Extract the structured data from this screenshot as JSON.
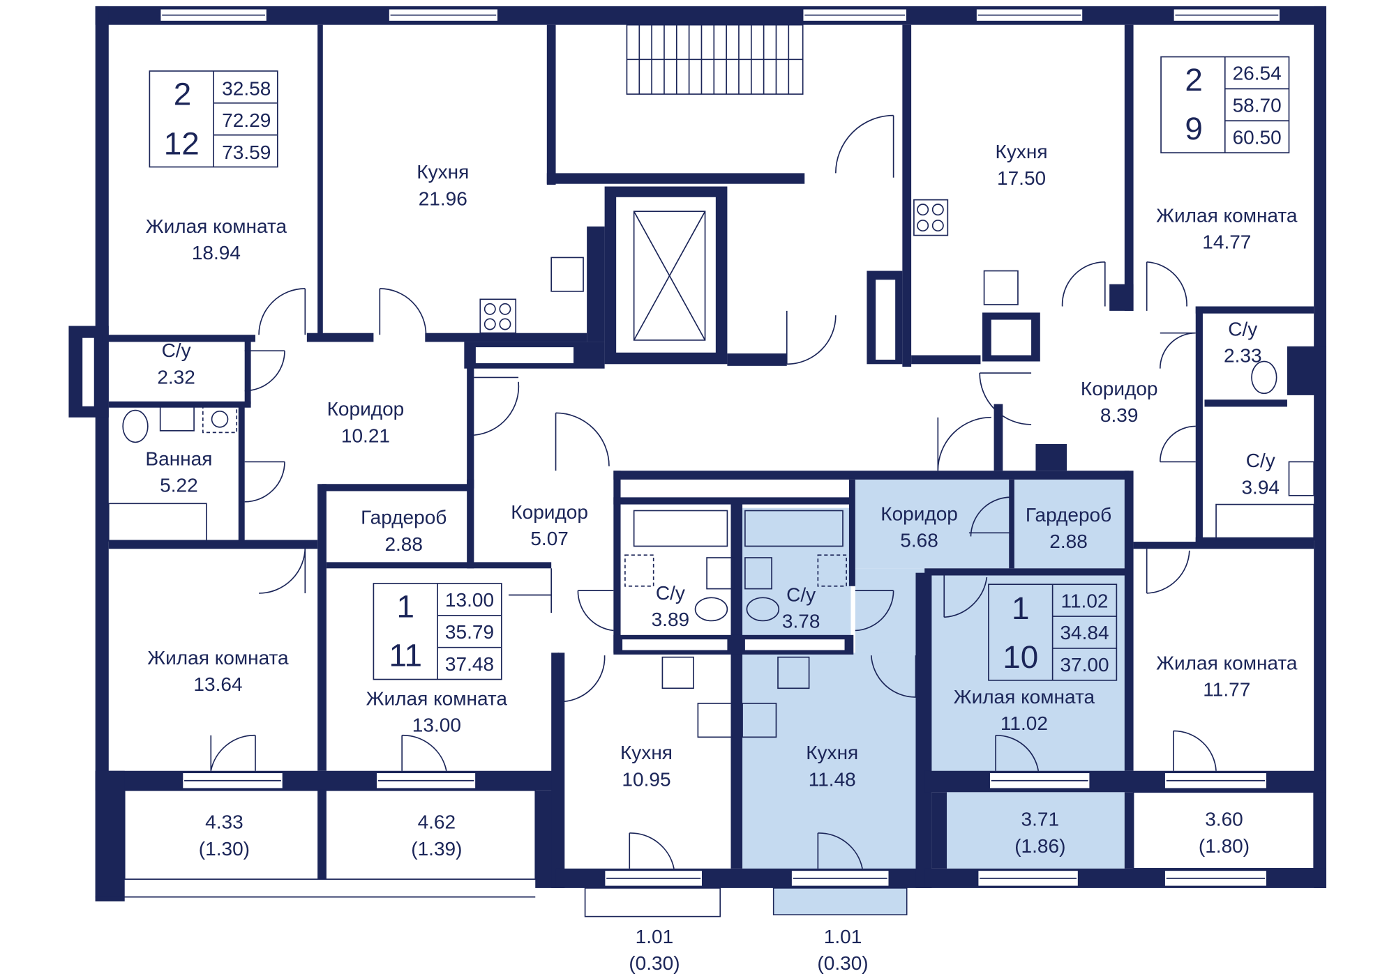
{
  "colors": {
    "wall": "#1b2558",
    "highlight": "#c5daf0",
    "background": "#ffffff"
  },
  "rooms": [
    {
      "name": "Жилая комната",
      "area": "18.94"
    },
    {
      "name": "Кухня",
      "area": "21.96"
    },
    {
      "name": "С/у",
      "area": "2.32"
    },
    {
      "name": "Ванная",
      "area": "5.22"
    },
    {
      "name": "Коридор",
      "area": "10.21"
    },
    {
      "name": "Гардероб",
      "area": "2.88"
    },
    {
      "name": "Коридор",
      "area": "5.07"
    },
    {
      "name": "Жилая комната",
      "area": "13.64"
    },
    {
      "name": "Жилая комната",
      "area": "13.00"
    },
    {
      "name": "С/у",
      "area": "3.89"
    },
    {
      "name": "С/у",
      "area": "3.78"
    },
    {
      "name": "Кухня",
      "area": "10.95"
    },
    {
      "name": "Кухня",
      "area": "11.48"
    },
    {
      "name": "Коридор",
      "area": "5.68"
    },
    {
      "name": "Гардероб",
      "area": "2.88"
    },
    {
      "name": "Жилая комната",
      "area": "11.02"
    },
    {
      "name": "Жилая комната",
      "area": "11.77"
    },
    {
      "name": "Кухня",
      "area": "17.50"
    },
    {
      "name": "Жилая комната",
      "area": "14.77"
    },
    {
      "name": "Коридор",
      "area": "8.39"
    },
    {
      "name": "С/у",
      "area": "2.33"
    },
    {
      "name": "С/у",
      "area": "3.94"
    }
  ],
  "info_boxes": [
    {
      "rooms": "2",
      "number": "12",
      "areas": [
        "32.58",
        "72.29",
        "73.59"
      ]
    },
    {
      "rooms": "2",
      "number": "9",
      "areas": [
        "26.54",
        "58.70",
        "60.50"
      ]
    },
    {
      "rooms": "1",
      "number": "11",
      "areas": [
        "13.00",
        "35.79",
        "37.48"
      ]
    },
    {
      "rooms": "1",
      "number": "10",
      "areas": [
        "11.02",
        "34.84",
        "37.00"
      ]
    }
  ],
  "balconies": [
    {
      "area": "4.33",
      "reduced": "(1.30)"
    },
    {
      "area": "4.62",
      "reduced": "(1.39)"
    },
    {
      "area": "3.71",
      "reduced": "(1.86)"
    },
    {
      "area": "3.60",
      "reduced": "(1.80)"
    },
    {
      "area": "1.01",
      "reduced": "(0.30)"
    },
    {
      "area": "1.01",
      "reduced": "(0.30)"
    }
  ],
  "highlighted_apartment": "10"
}
